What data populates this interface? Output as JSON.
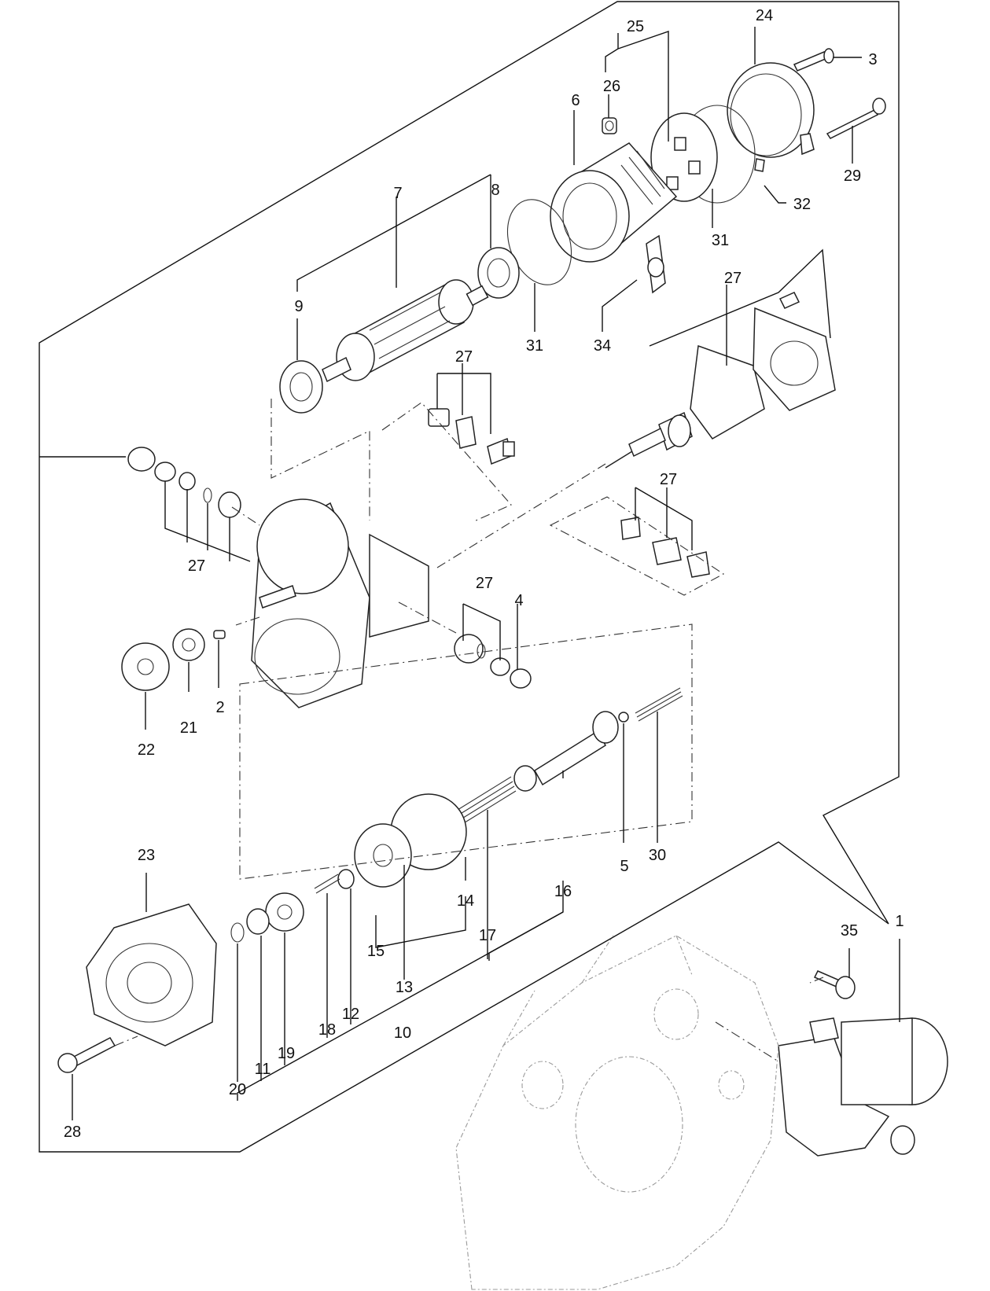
{
  "callouts": {
    "c1": "1",
    "c2": "2",
    "c3": "3",
    "c4": "4",
    "c5": "5",
    "c6": "6",
    "c7": "7",
    "c8": "8",
    "c9": "9",
    "c10": "10",
    "c11": "11",
    "c12": "12",
    "c13": "13",
    "c14": "14",
    "c15": "15",
    "c16": "16",
    "c17": "17",
    "c18": "18",
    "c19": "19",
    "c20": "20",
    "c21": "21",
    "c22": "22",
    "c23": "23",
    "c24": "24",
    "c25": "25",
    "c26": "26",
    "c27a": "27",
    "c27b": "27",
    "c27c": "27",
    "c27d": "27",
    "c27e": "27",
    "c28": "28",
    "c29": "29",
    "c30": "30",
    "c31a": "31",
    "c31b": "31",
    "c32": "32",
    "c34": "34",
    "c35": "35"
  }
}
